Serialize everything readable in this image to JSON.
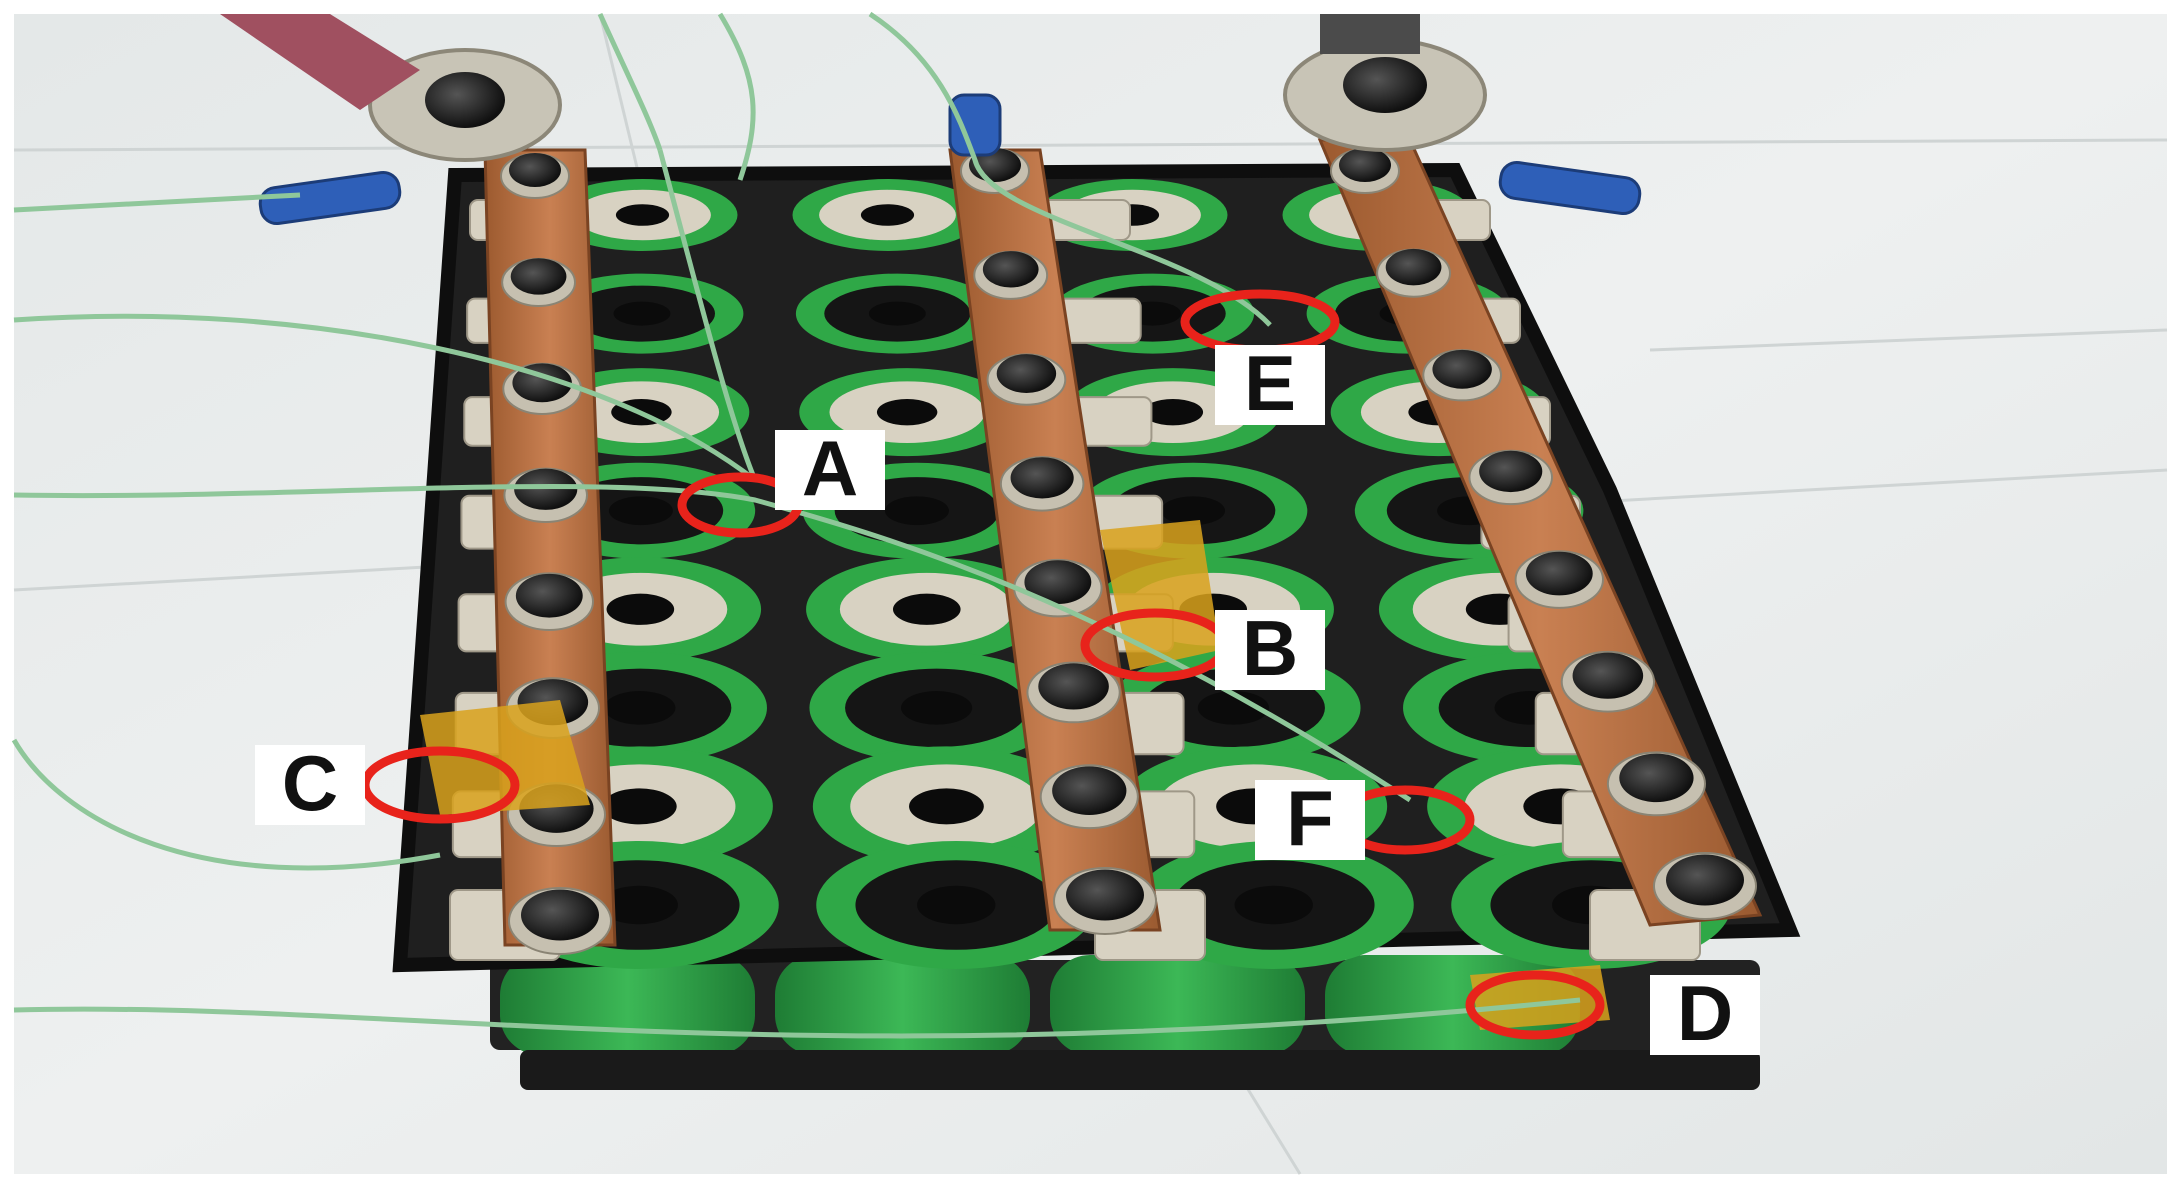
{
  "photo": {
    "markers": [
      {
        "label": "A",
        "ring_color": "#e8231b"
      },
      {
        "label": "B",
        "ring_color": "#e8231b"
      },
      {
        "label": "C",
        "ring_color": "#e8231b"
      },
      {
        "label": "D",
        "ring_color": "#e8231b"
      },
      {
        "label": "E",
        "ring_color": "#e8231b"
      },
      {
        "label": "F",
        "ring_color": "#e8231b"
      }
    ],
    "colors": {
      "cell_green": "#2fa847",
      "holder_black": "#1d1d1d",
      "copper": "#b8703f",
      "nickel_tab": "#d8d2c2",
      "floor": "#e9ecec",
      "wire": "#8fc79a",
      "kapton_tape": "#d9a21c",
      "connector_blue": "#2e5fb8"
    }
  }
}
